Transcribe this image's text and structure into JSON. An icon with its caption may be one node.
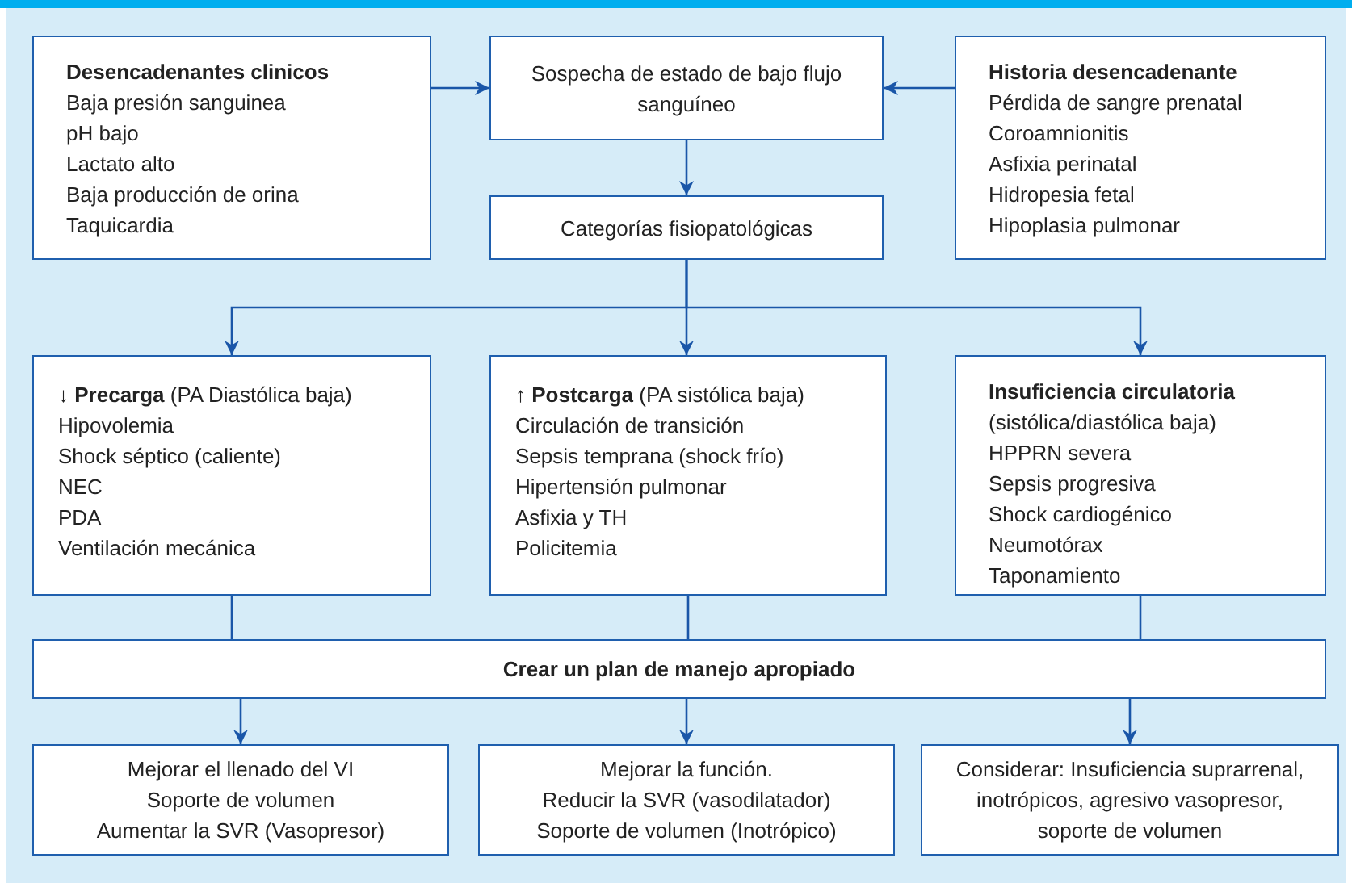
{
  "diagram": {
    "nodes": [
      {
        "text": [
          "Desencadenantes clinicos",
          "Baja presión sanguinea",
          "pH bajo",
          "Lactato alto",
          "Baja producción de orina",
          "Taquicardia"
        ]
      },
      {
        "text": [
          "Sospecha de estado de bajo flujo sanguíneo"
        ]
      },
      {
        "text": [
          "Historia desencadenante",
          "Pérdida de sangre prenatal",
          "Coroamnionitis",
          "Asfixia perinatal",
          "Hidropesia fetal",
          "Hipoplasia pulmonar"
        ]
      },
      {
        "text": [
          "Categorías fisiopatológicas"
        ]
      },
      {
        "text": [
          "↓ **Precarga** (PA Diastólica baja)",
          "Hipovolemia",
          "Shock séptico (caliente)",
          "NEC",
          "PDA",
          "Ventilación mecánica"
        ]
      },
      {
        "text": [
          "↑ **Postcarga** (PA sistólica baja)",
          "Circulación de transición",
          "Sepsis temprana (shock frío)",
          "Hipertensión pulmonar",
          "Asfixia y TH",
          "Policitemia"
        ]
      },
      {
        "text": [
          "Insuficiencia circulatoria",
          "(sistólica/diastólica baja)",
          "HPPRN severa",
          "Sepsis progresiva",
          "Shock cardiogénico",
          "Neumotórax",
          "Taponamiento"
        ]
      },
      {
        "text": [
          "Crear un plan de manejo apropiado"
        ]
      },
      {
        "text": [
          "Mejorar el llenado del VI",
          "Soporte de volumen",
          "Aumentar la SVR (Vasopresor)"
        ]
      },
      {
        "text": [
          "Mejorar la función.",
          "Reducir la SVR (vasodilatador)",
          "Soporte de volumen (Inotrópico)"
        ]
      },
      {
        "text": [
          "Considerar: Insuficiencia suprarrenal, inotrópicos, agresivo vasopresor, soporte de volumen"
        ]
      }
    ],
    "edges": [
      {
        "from": 0,
        "to": 1,
        "arrow": "to"
      },
      {
        "from": 2,
        "to": 1,
        "arrow": "to"
      },
      {
        "from": 1,
        "to": 3,
        "arrow": "to"
      },
      {
        "from": 3,
        "to": 4,
        "arrow": "to"
      },
      {
        "from": 3,
        "to": 5,
        "arrow": "to"
      },
      {
        "from": 3,
        "to": 6,
        "arrow": "to"
      },
      {
        "from": 4,
        "to": 7,
        "arrow": "none"
      },
      {
        "from": 5,
        "to": 7,
        "arrow": "none"
      },
      {
        "from": 6,
        "to": 7,
        "arrow": "none"
      },
      {
        "from": 7,
        "to": 8,
        "arrow": "to"
      },
      {
        "from": 7,
        "to": 9,
        "arrow": "to"
      },
      {
        "from": 7,
        "to": 10,
        "arrow": "to"
      }
    ]
  }
}
